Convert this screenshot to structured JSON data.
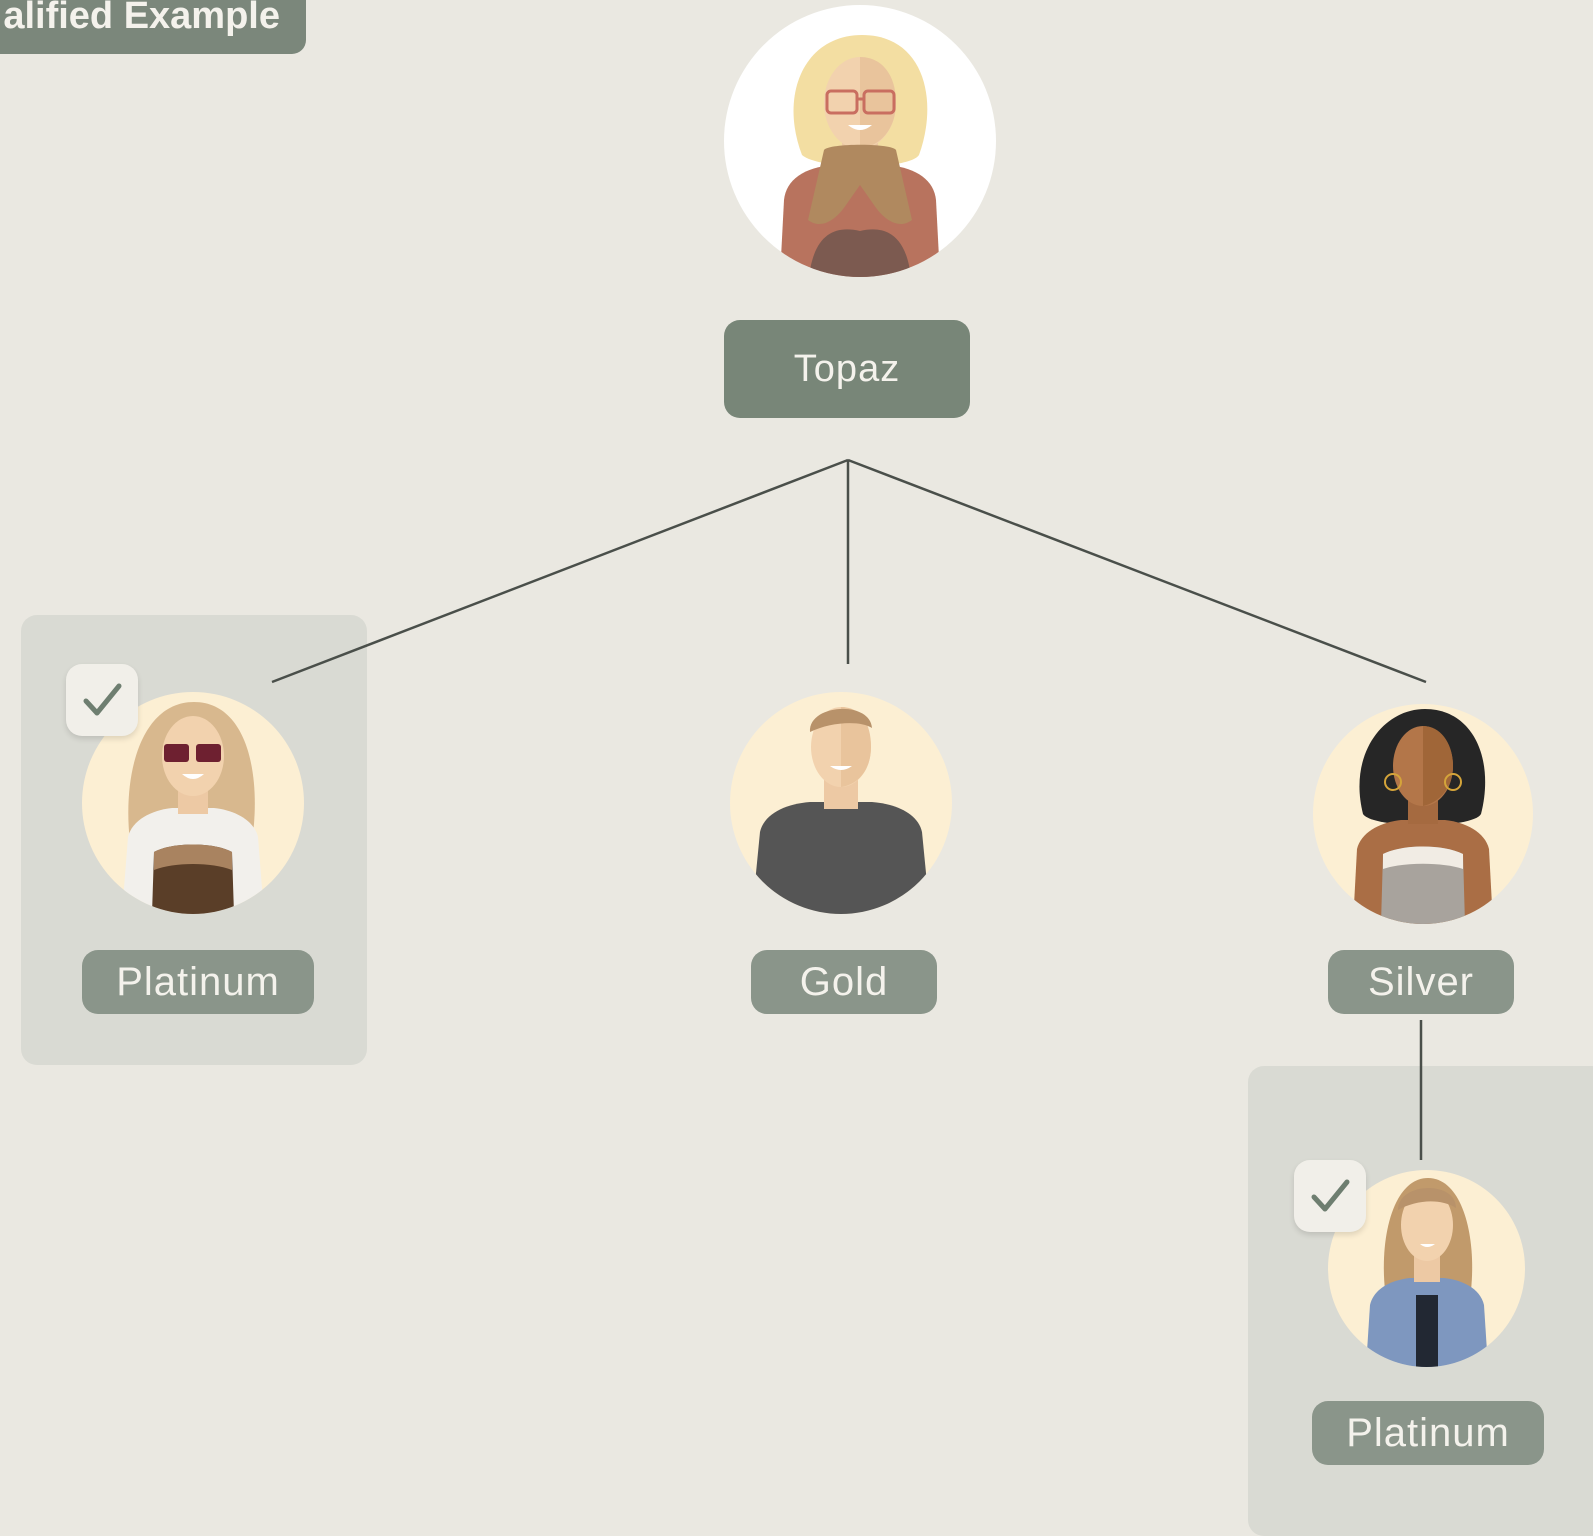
{
  "title_tag": "alified Example",
  "root": {
    "label": "Topaz"
  },
  "children": [
    {
      "label": "Platinum",
      "qualified": true
    },
    {
      "label": "Gold",
      "qualified": false
    },
    {
      "label": "Silver",
      "qualified": false
    }
  ],
  "grandchild": {
    "label": "Platinum",
    "parent": "Silver",
    "qualified": true
  },
  "colors": {
    "background": "#EAE8E1",
    "label_root": "#788678",
    "label_child": "#8A958A",
    "highlight": "#D9DAD3",
    "connector": "#4A4F4A",
    "check": "#6E7E70"
  },
  "icons": {
    "check": "check-icon",
    "avatars": [
      "avatar-curly-blonde-woman",
      "avatar-sunglasses-woman",
      "avatar-man-dark-shirt",
      "avatar-curly-dark-woman",
      "avatar-blazer-woman"
    ]
  }
}
